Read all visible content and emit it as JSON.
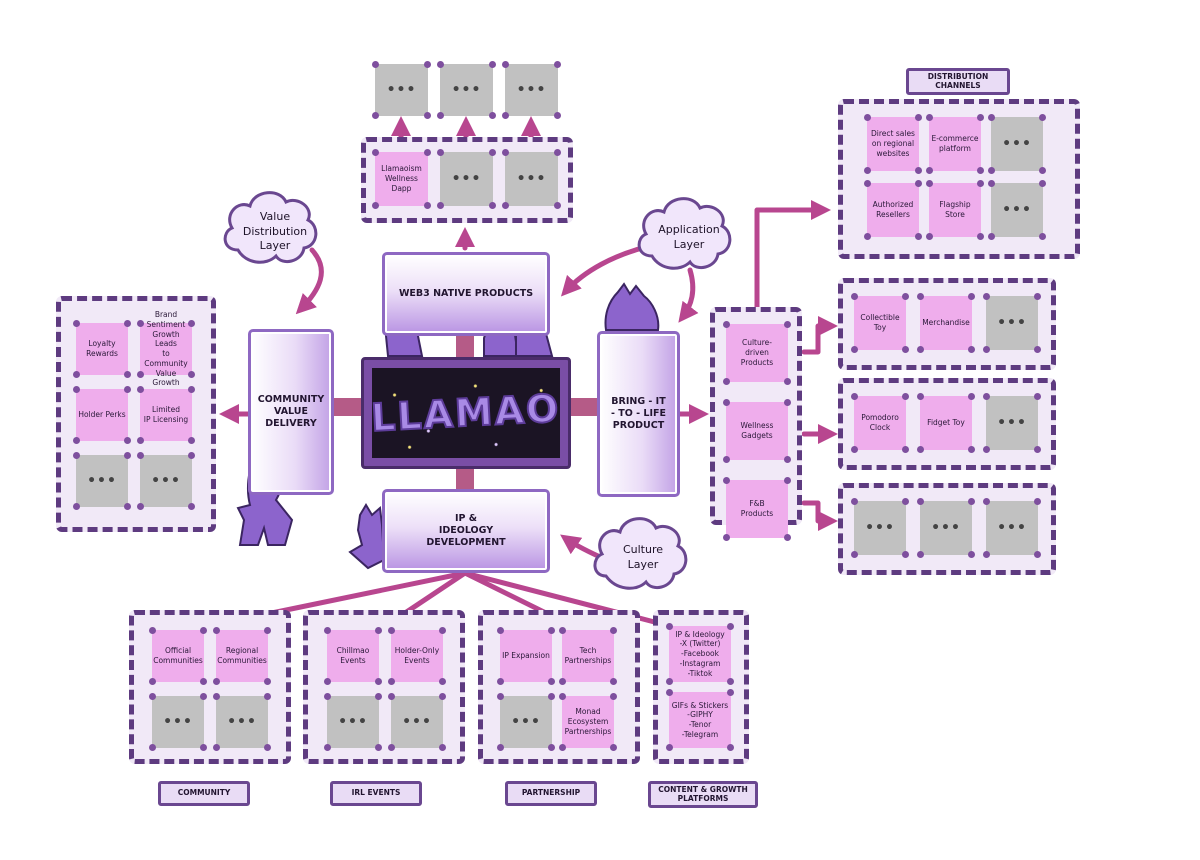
{
  "center": {
    "logo": "LLAMAO",
    "web3": "WEB3 NATIVE PRODUCTS",
    "community_value": "COMMUNITY\nVALUE\nDELIVERY",
    "bring_to_life": "BRING - IT\n- TO - LIFE\nPRODUCT",
    "ip_ideology": "IP &\nIDEOLOGY\nDEVELOPMENT"
  },
  "clouds": {
    "value_distribution": "Value\nDistribution\nLayer",
    "application": "Application\nLayer",
    "culture": "Culture\nLayer"
  },
  "top": {
    "outer": [
      "•••",
      "•••",
      "•••"
    ],
    "inner": [
      "Llamaoism\nWellness\nDapp",
      "•••",
      "•••"
    ]
  },
  "left_panel": {
    "cells": [
      "Loyalty\nRewards",
      "Brand\nSentiment\nGrowth Leads\nto Community\nValue Growth",
      "Holder Perks",
      "Limited\nIP Licensing",
      "•••",
      "•••"
    ]
  },
  "right": {
    "column": [
      "Culture-\ndriven\nProducts",
      "Wellness\nGadgets",
      "F&B\nProducts"
    ],
    "distribution_title": "DISTRIBUTION\nCHANNELS",
    "distribution": [
      "Direct sales\non regional\nwebsites",
      "E-commerce\nplatform",
      "•••",
      "Authorized\nResellers",
      "Flagship\nStore",
      "•••"
    ],
    "row1": [
      "Collectible\nToy",
      "Merchandise",
      "•••"
    ],
    "row2": [
      "Pomodoro\nClock",
      "Fidget Toy",
      "•••"
    ],
    "row3": [
      "•••",
      "•••",
      "•••"
    ]
  },
  "bottom": {
    "community": [
      "Official\nCommunities",
      "Regional\nCommunities",
      "•••",
      "•••"
    ],
    "irl": [
      "Chillmao\nEvents",
      "Holder-Only\nEvents",
      "•••",
      "•••"
    ],
    "partnership": [
      "IP Expansion",
      "Tech\nPartnerships",
      "•••",
      "Monad\nEcosystem\nPartnerships"
    ],
    "content": [
      "IP & Ideology\n-X (Twitter)\n-Facebook\n-Instagram\n-Tiktok",
      "GIFs & Stickers\n-GIPHY\n-Tenor\n-Telegram"
    ],
    "labels": [
      "COMMUNITY",
      "IRL EVENTS",
      "PARTNERSHIP",
      "CONTENT & GROWTH\nPLATFORMS"
    ]
  },
  "colors": {
    "accent": "#b8468f",
    "panel_border": "#5e3b80",
    "cell": "#efadec",
    "placeholder": "#c1c1c1",
    "panel_bg": "#f1e9f7"
  }
}
